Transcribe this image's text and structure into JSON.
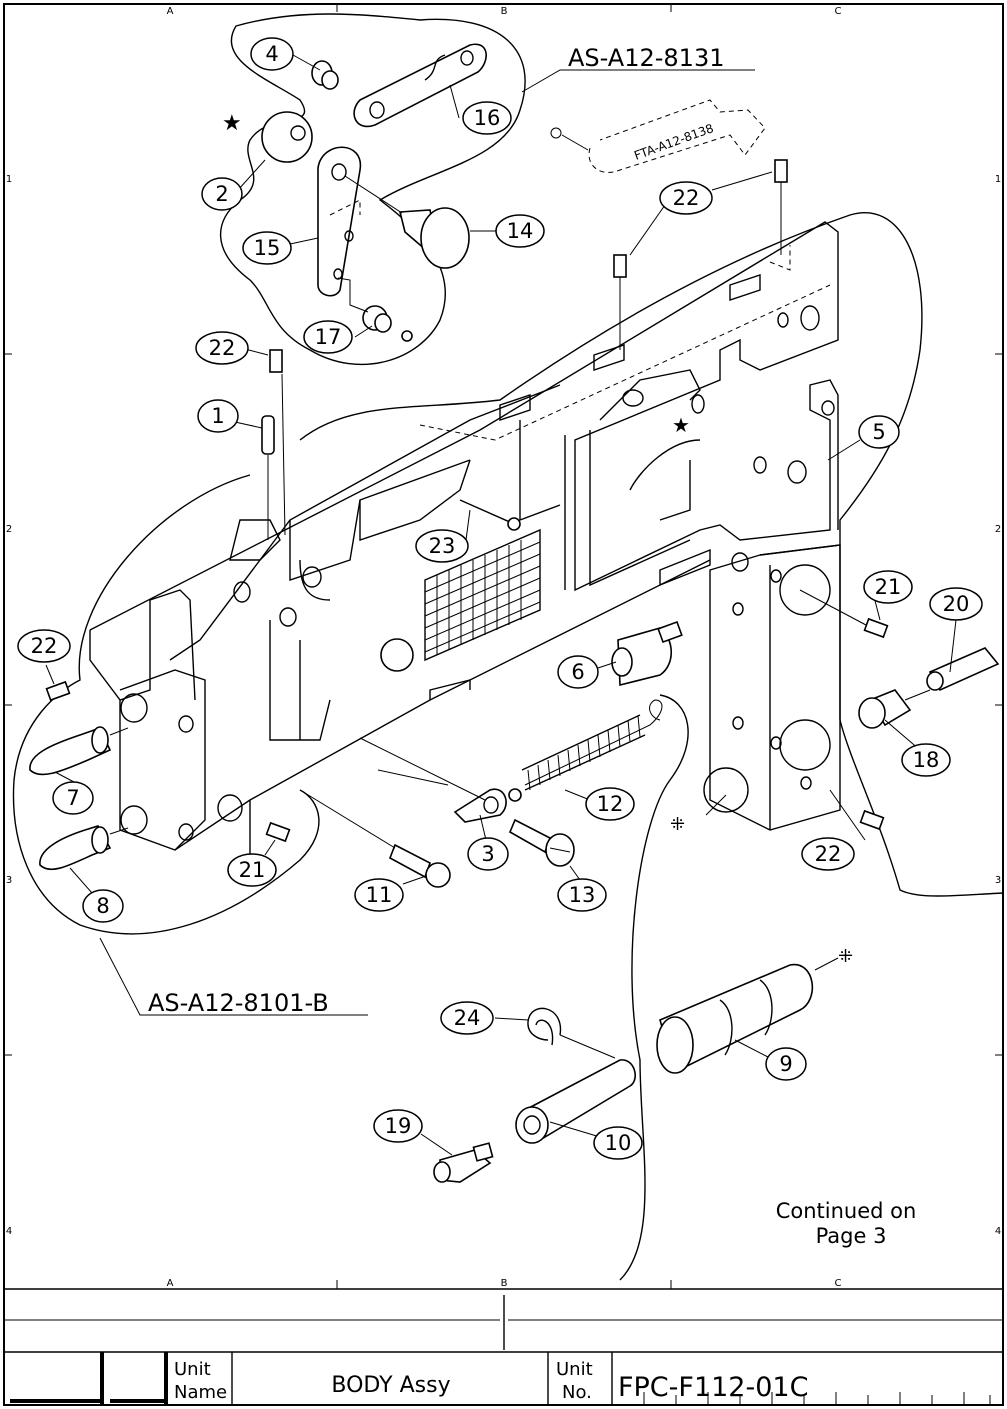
{
  "sheet": {
    "grid_columns": [
      "A",
      "B",
      "C"
    ],
    "grid_rows": [
      "1",
      "2",
      "3",
      "4"
    ]
  },
  "assemblies": {
    "upper": "AS-A12-8131",
    "lower": "AS-A12-8101-B",
    "phantom": "FTA-A12-8138"
  },
  "callouts": {
    "p1": "1",
    "p2": "2",
    "p3": "3",
    "p4": "4",
    "p5": "5",
    "p6": "6",
    "p7": "7",
    "p8": "8",
    "p9": "9",
    "p10": "10",
    "p11": "11",
    "p12": "12",
    "p13": "13",
    "p14": "14",
    "p15": "15",
    "p16": "16",
    "p17": "17",
    "p18": "18",
    "p19": "19",
    "p20": "20",
    "p21": "21",
    "p22": "22",
    "p23": "23",
    "p24": "24"
  },
  "note": {
    "line1": "Continued on",
    "line2": "Page 3"
  },
  "title_block": {
    "unit_name_label_1": "Unit",
    "unit_name_label_2": "Name",
    "unit_name": "BODY Assy",
    "unit_no_label_1": "Unit",
    "unit_no_label_2": "No.",
    "unit_no": "FPC-F112-01C"
  }
}
